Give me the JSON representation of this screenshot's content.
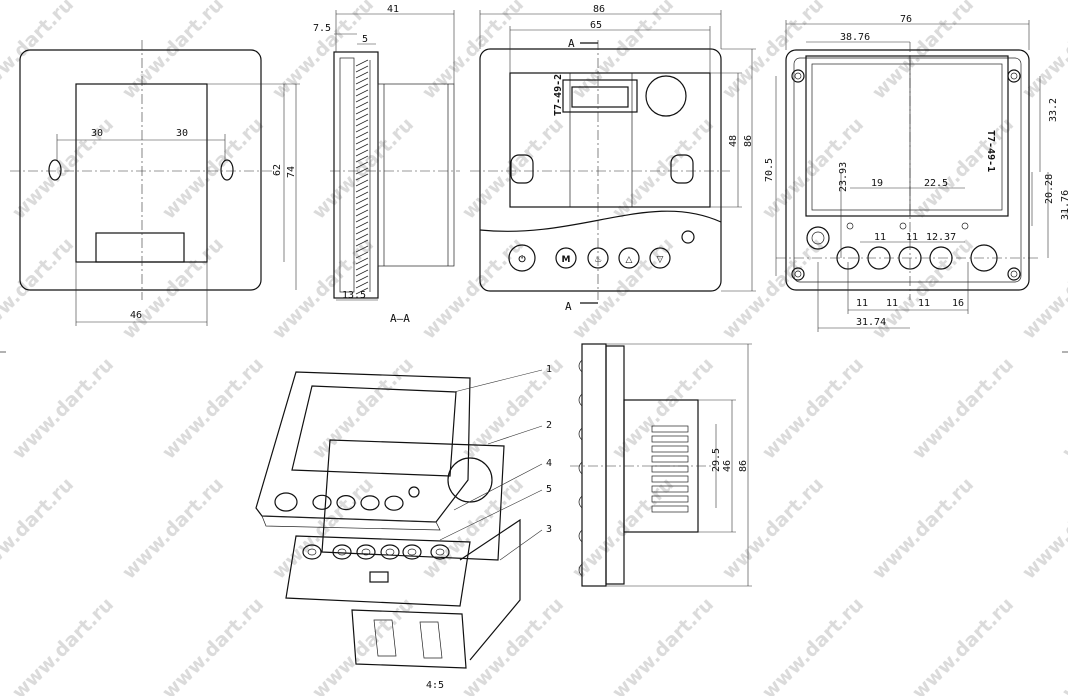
{
  "watermark": "www.dart.ru",
  "front_plate": {
    "dims": {
      "width": "46",
      "left_offset": "30",
      "right_offset": "30",
      "height_inner": "62",
      "height_outer": "74"
    }
  },
  "section_view": {
    "dims": {
      "depth": "41",
      "d1": "7.5",
      "d2": "5",
      "d3": "13.5"
    },
    "label": "A–A"
  },
  "front_view": {
    "dims": {
      "width": "86",
      "inner": "65",
      "h1": "48",
      "h2": "86"
    },
    "cut_label_top": "A",
    "cut_label_bottom": "A",
    "part_code": "T7-49-2",
    "buttons": [
      {
        "symbol": "⏻",
        "icon": "power-icon"
      },
      {
        "symbol": "M",
        "icon": "mode-icon"
      },
      {
        "symbol": "♨",
        "icon": "heat-icon"
      },
      {
        "symbol": "△",
        "icon": "up-icon"
      },
      {
        "symbol": "▽",
        "icon": "down-icon"
      }
    ]
  },
  "back_view": {
    "dims": {
      "width": "76",
      "screen": "38.76",
      "h_left": "70.5",
      "v1": "23.93",
      "h_a": "19",
      "h_b": "22.5",
      "v_r1": "33.2",
      "v_r2": "20.28",
      "v_r3": "31.76",
      "b1": "11",
      "b2": "11",
      "b3": "12.37",
      "bot1": "11",
      "bot2": "11",
      "bot3": "11",
      "bot4": "16",
      "bot_total": "31.74"
    },
    "part_code": "T7-49-1"
  },
  "side_view": {
    "dims": {
      "d1": "29.5",
      "d2": "46",
      "d3": "86"
    }
  },
  "exploded_view": {
    "callouts": [
      "1",
      "2",
      "4",
      "5",
      "3"
    ],
    "scale": "4:5"
  }
}
